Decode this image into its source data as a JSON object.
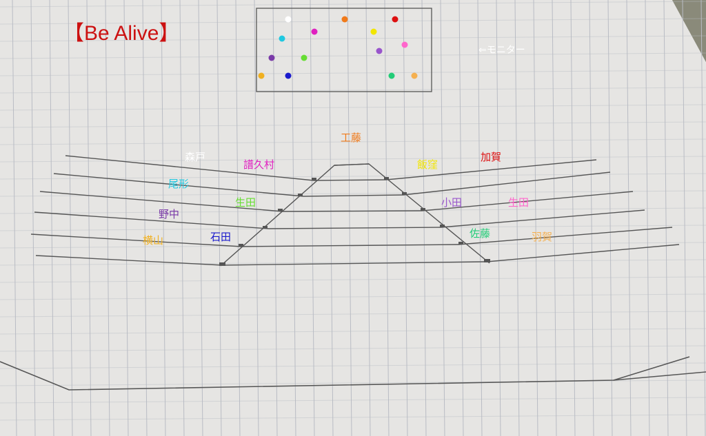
{
  "title": {
    "text": "【Be Alive】",
    "color": "#cc1111"
  },
  "monitor": {
    "label": "⇐モニター",
    "label_color": "#ffffff"
  },
  "paper": {
    "color": "#e6e5e3",
    "grid_color": "#b9bcc4",
    "pencil_color": "#555555"
  },
  "members": [
    {
      "id": "kudo",
      "name": "工藤",
      "color": "#f07a1a"
    },
    {
      "id": "morito",
      "name": "森戸",
      "color": "#ffffff"
    },
    {
      "id": "fukumura",
      "name": "譜久村",
      "color": "#e020c0"
    },
    {
      "id": "iikubo",
      "name": "飯窪",
      "color": "#f2e600"
    },
    {
      "id": "kaga",
      "name": "加賀",
      "color": "#dd1010"
    },
    {
      "id": "ogata",
      "name": "尾形",
      "color": "#20c8e0"
    },
    {
      "id": "ikuta",
      "name": "生田",
      "color": "#66dd33"
    },
    {
      "id": "oda",
      "name": "小田",
      "color": "#9955cc"
    },
    {
      "id": "ishida_ayumi_pink",
      "name": "生田",
      "color": "#ff66cc"
    },
    {
      "id": "nonaka",
      "name": "野中",
      "color": "#7a3aa8"
    },
    {
      "id": "ishida",
      "name": "石田",
      "color": "#1a1acc"
    },
    {
      "id": "sato",
      "name": "佐藤",
      "color": "#22cc77"
    },
    {
      "id": "yokoyama",
      "name": "横山",
      "color": "#f0b020"
    },
    {
      "id": "haga",
      "name": "羽賀",
      "color": "#f5b050"
    }
  ]
}
